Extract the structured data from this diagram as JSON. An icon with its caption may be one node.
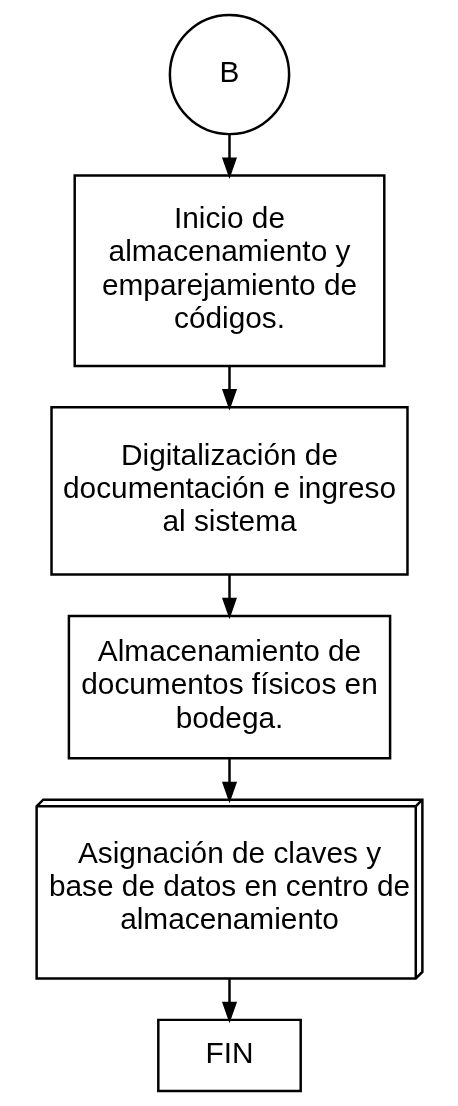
{
  "diagram": {
    "nodes": [
      {
        "text": [
          "B"
        ]
      },
      {
        "text": [
          "Inicio de almacenamiento y emparejamiento de códigos."
        ]
      },
      {
        "text": [
          "Digitalización de documentación e ingreso al sistema"
        ]
      },
      {
        "text": [
          "Almacenamiento de documentos físicos en bodega."
        ]
      },
      {
        "text": [
          "Asignación de claves y base de datos en centro de almacenamiento"
        ]
      },
      {
        "text": [
          "FIN"
        ]
      }
    ],
    "edges": [
      {
        "from": 0,
        "to": 1,
        "arrow": "to"
      },
      {
        "from": 1,
        "to": 2,
        "arrow": "to"
      },
      {
        "from": 2,
        "to": 3,
        "arrow": "to"
      },
      {
        "from": 3,
        "to": 4,
        "arrow": "to"
      },
      {
        "from": 4,
        "to": 5,
        "arrow": "to"
      }
    ]
  }
}
